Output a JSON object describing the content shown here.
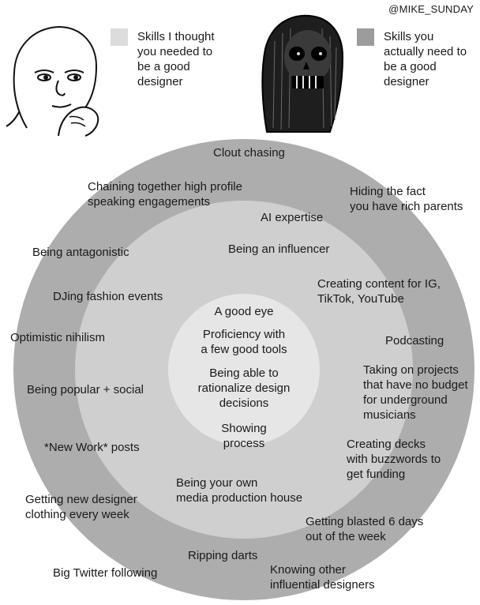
{
  "credit": "@MIKE_SUNDAY",
  "legend": {
    "thought": {
      "color": "#dcdcdc",
      "lines": [
        "Skills I thought",
        "you needed to",
        "be a good",
        "designer"
      ]
    },
    "actual": {
      "color": "#9c9c9c",
      "lines": [
        "Skills you",
        "actually need to",
        "be a good",
        "designer"
      ]
    }
  },
  "inner": {
    "eye": "A good eye",
    "tools": [
      "Proficiency with",
      "a few good tools"
    ],
    "rationalize": [
      "Being able to",
      "rationalize design",
      "decisions"
    ],
    "process": [
      "Showing",
      "process"
    ]
  },
  "outer": {
    "clout": "Clout chasing",
    "chaining": [
      "Chaining together high profile",
      "speaking engagements"
    ],
    "hiding": [
      "Hiding the fact",
      "you have rich parents"
    ],
    "ai": "AI expertise",
    "antagonistic": "Being antagonistic",
    "influencer": "Being an influencer",
    "content": [
      "Creating content for IG,",
      "TikTok, YouTube"
    ],
    "djing": "DJing fashion events",
    "nihilism": "Optimistic nihilism",
    "podcasting": "Podcasting",
    "projects": [
      "Taking on projects",
      "that have no budget",
      "for underground",
      "musicians"
    ],
    "popular": "Being popular + social",
    "newwork": "*New Work* posts",
    "decks": [
      "Creating decks",
      "with buzzwords to",
      "get funding"
    ],
    "media": [
      "Being your own",
      "media production house"
    ],
    "clothing": [
      "Getting new designer",
      "clothing every week"
    ],
    "blasted": [
      "Getting blasted 6 days",
      "out of the week"
    ],
    "darts": "Ripping darts",
    "twitter": "Big Twitter following",
    "knowing": [
      "Knowing other",
      "influential designers"
    ]
  }
}
